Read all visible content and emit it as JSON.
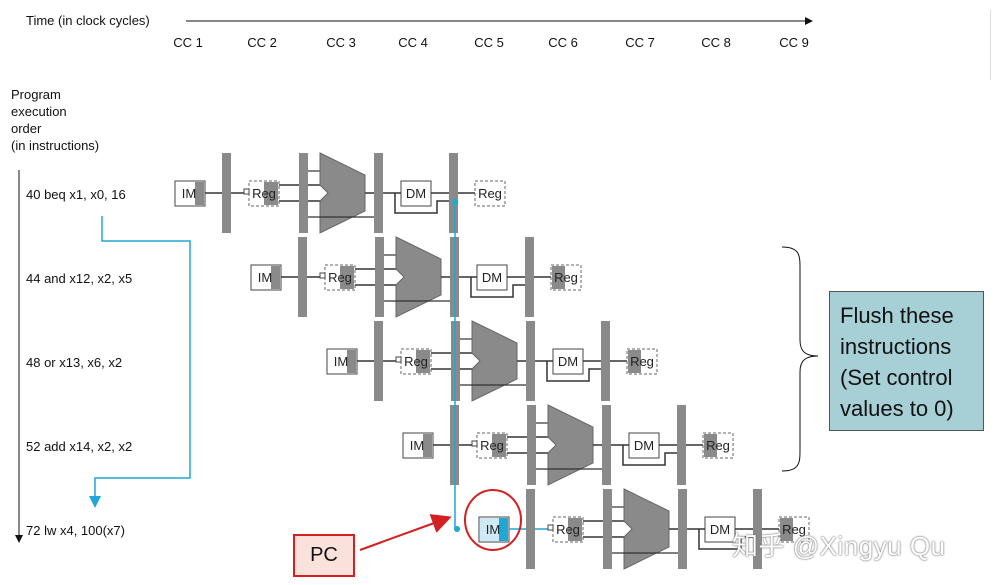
{
  "time_label": "Time (in clock cycles)",
  "clock_cycles": [
    "CC 1",
    "CC 2",
    "CC 3",
    "CC 4",
    "CC 5",
    "CC 6",
    "CC 7",
    "CC 8",
    "CC 9"
  ],
  "order_label": [
    "Program",
    "execution",
    "order",
    "(in instructions)"
  ],
  "instructions": [
    {
      "label": "40 beq x1, x0, 16"
    },
    {
      "label": "44 and x12, x2, x5"
    },
    {
      "label": "48 or x13, x6, x2"
    },
    {
      "label": "52 add x14, x2, x2"
    },
    {
      "label": "72 lw x4, 100(x7)"
    }
  ],
  "stage_labels": {
    "im": "IM",
    "reg": "Reg",
    "dm": "DM"
  },
  "flush_note": [
    "Flush these",
    "instructions",
    "(Set control",
    "values to 0)"
  ],
  "pc_label": "PC",
  "watermark": "知乎 @Xingyu Qu",
  "colors": {
    "accent_line": "#1fa7d6",
    "pipeline_gray": "#8a8a8a",
    "note_fill": "#a6cfd6",
    "pc_border": "#d42020"
  }
}
